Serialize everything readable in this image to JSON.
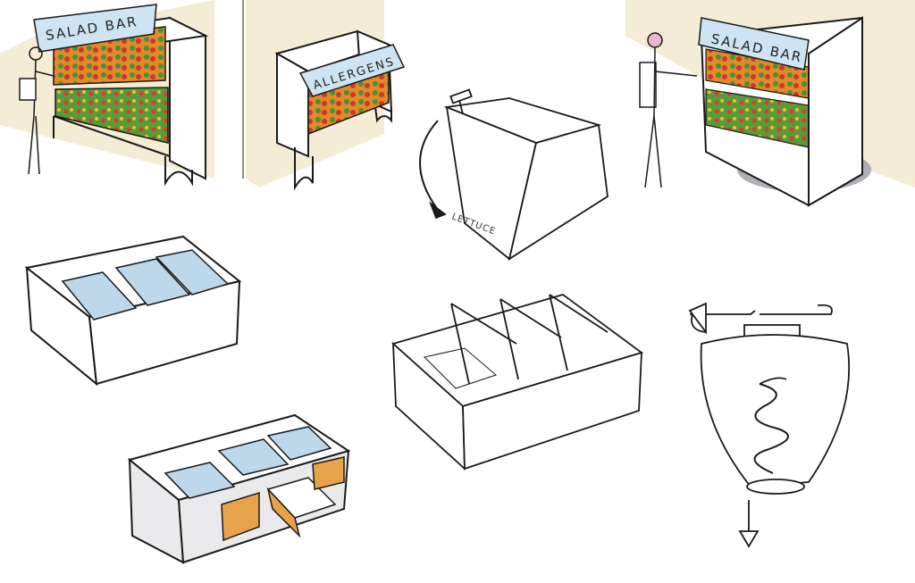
{
  "signs": {
    "salad_bar_left": "SALAD BAR",
    "allergens": "ALLERGENS",
    "salad_bar_right": "SALAD BAR"
  },
  "dispenser_label": "LETTUCE",
  "colors": {
    "ink": "#1a1a1a",
    "wall": "#f5ecd6",
    "sign_blue": "#cfe4f2",
    "food_green": "#4a8f3a",
    "food_red": "#c83a2a",
    "food_orange": "#e08a2a",
    "drawer_orange": "#e8a24a",
    "glass": "#bcd8ea",
    "shadow_grey": "#9a9ca4"
  }
}
